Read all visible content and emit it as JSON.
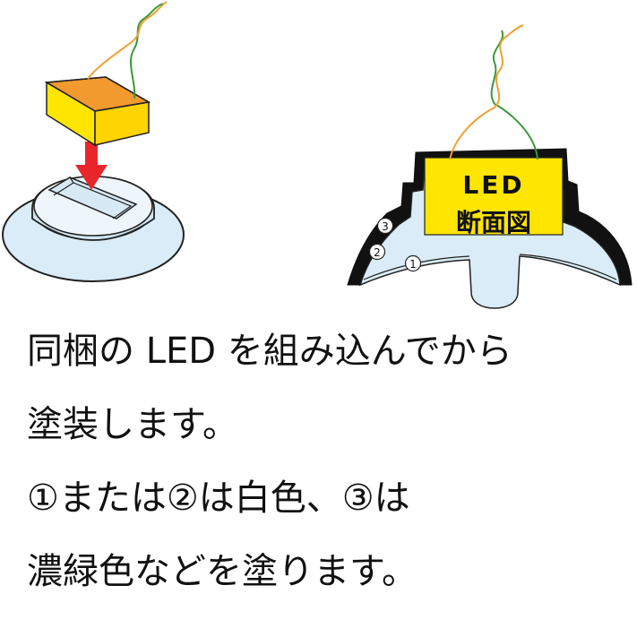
{
  "diagram": {
    "led_label_line1": "LED",
    "led_label_line2": "断面図",
    "markers": [
      "①",
      "②",
      "③"
    ]
  },
  "instructions": {
    "lines": [
      "同梱の LED を組み込んでから",
      "塗装します。",
      "①または②は白色、③は",
      "濃緑色などを塗ります。"
    ]
  },
  "colors": {
    "led_box": "#ffe500",
    "led_box_side": "#f08c1e",
    "base_fill": "#d9ecf7",
    "arrow": "#e8262a",
    "wire_green": "#3a9a3a",
    "wire_orange": "#f0a030"
  }
}
